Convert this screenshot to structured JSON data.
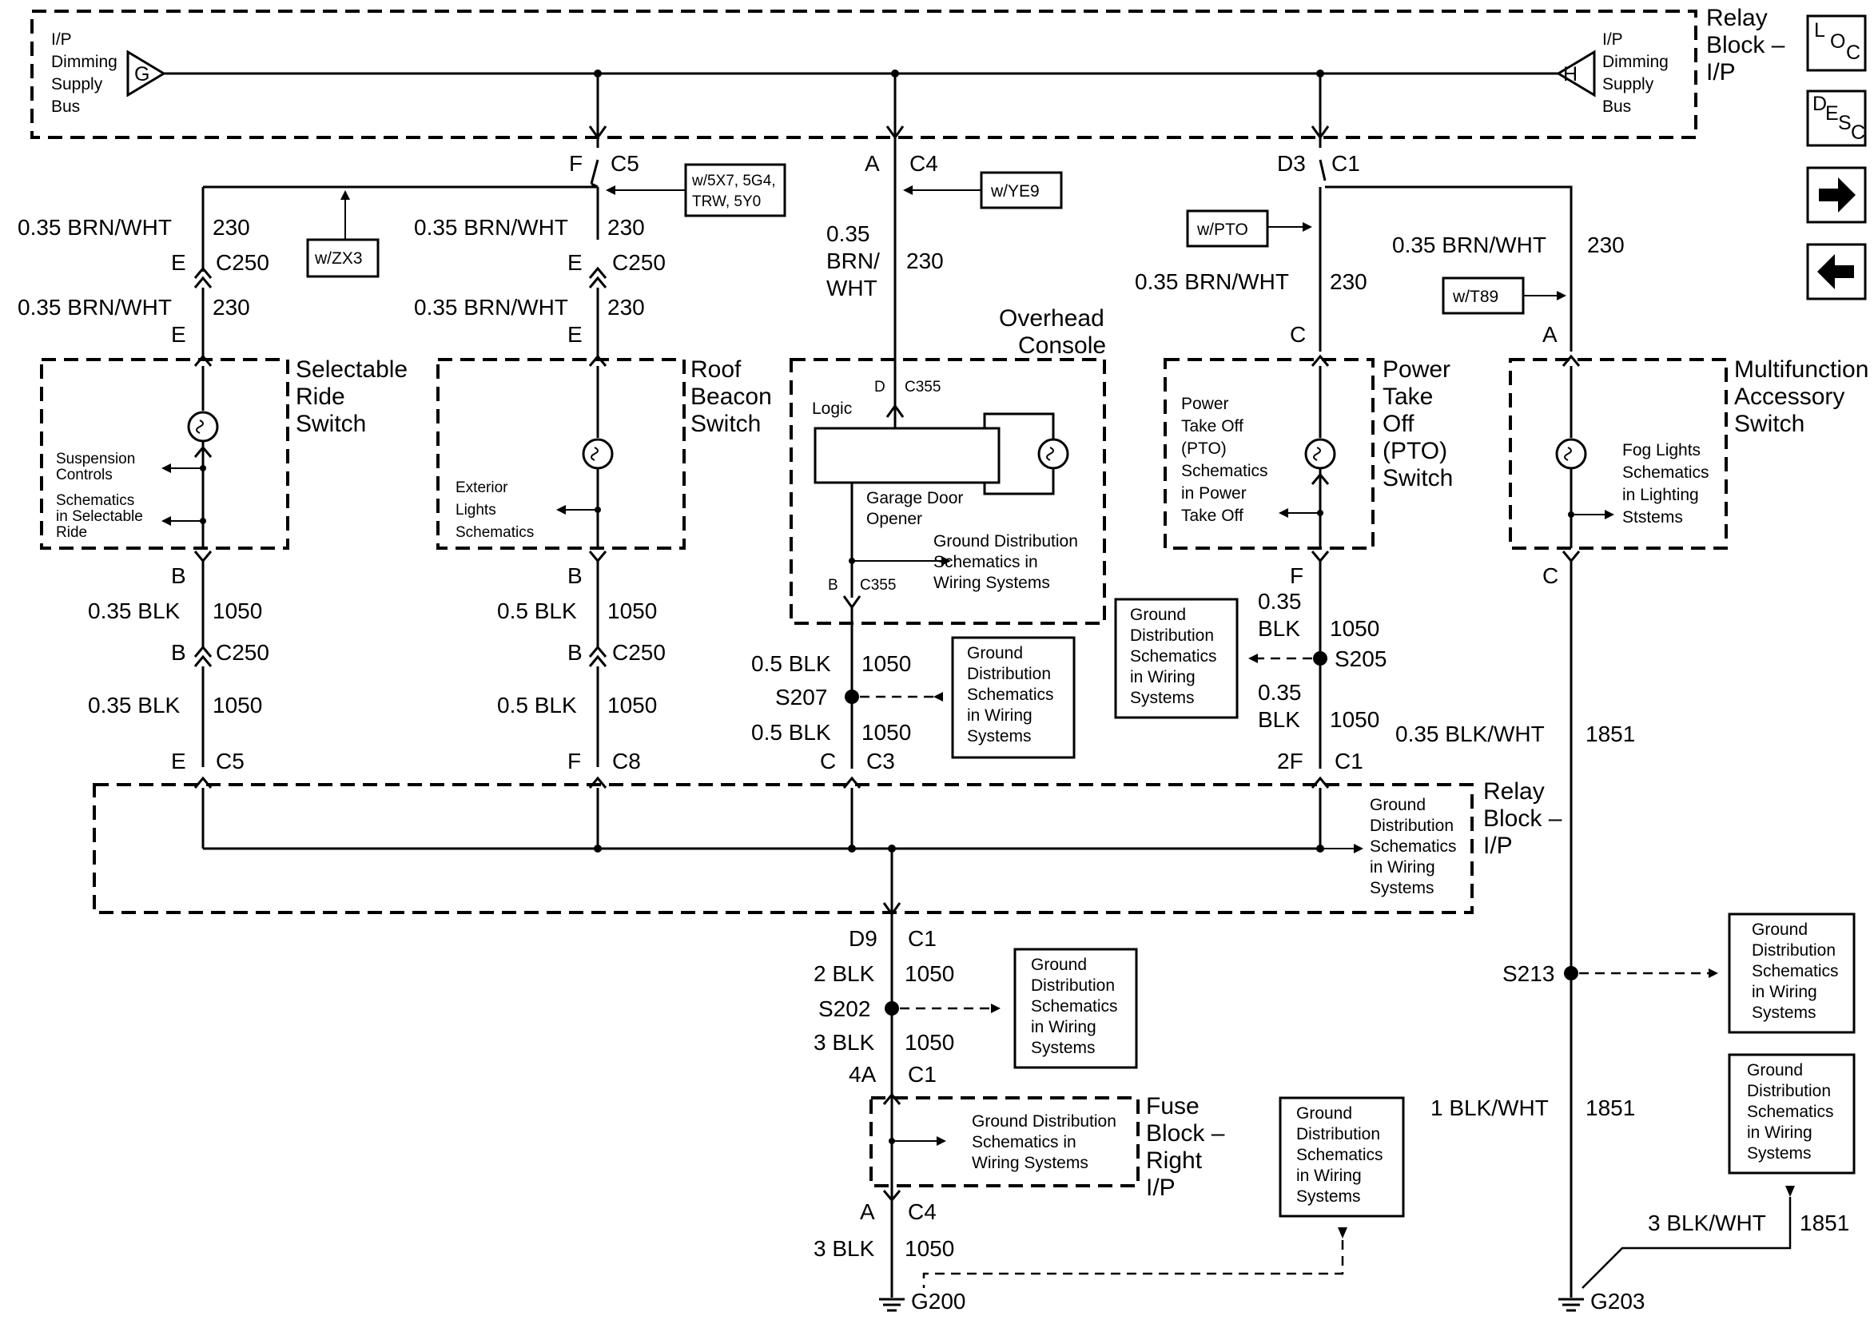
{
  "relay_block_top": {
    "title": [
      "Relay",
      "Block –",
      "I/P"
    ],
    "left_bus": [
      "I/P",
      "Dimming",
      "Supply",
      "Bus"
    ],
    "right_bus": [
      "I/P",
      "Dimming",
      "Supply",
      "Bus"
    ],
    "left_pin": "G",
    "right_pin": "H"
  },
  "nav": {
    "loc": [
      "L",
      "O",
      "C"
    ],
    "desc": [
      "D",
      "E",
      "S",
      "C"
    ],
    "next_glyph": "→",
    "prev_glyph": "←"
  },
  "col1": {
    "top_conn": "F",
    "top_conn_id": "C5",
    "option_a": "w/ZX3",
    "option_b": [
      "w/5X7, 5G4,",
      "TRW, 5Y0"
    ],
    "wire_a": "0.35 BRN/WHT",
    "circ_a": "230",
    "inline_pin": "E",
    "inline_conn": "C250",
    "wire_b": "0.35 BRN/WHT",
    "circ_b": "230",
    "comp_pin_top": "E",
    "component": [
      "Selectable",
      "Ride",
      "Switch"
    ],
    "ref1": [
      "Suspension",
      "Controls"
    ],
    "ref2": [
      "Schematics",
      "in Selectable",
      "Ride"
    ],
    "comp_pin_bot": "B",
    "wire_c": "0.35 BLK",
    "circ_c": "1050",
    "inline2_pin": "B",
    "inline2_conn": "C250",
    "wire_d": "0.35 BLK",
    "circ_d": "1050",
    "bot_pin": "E",
    "bot_conn": "C5"
  },
  "col2": {
    "wire_a": "0.35 BRN/WHT",
    "circ_a": "230",
    "inline_pin": "E",
    "inline_conn": "C250",
    "wire_b": "0.35 BRN/WHT",
    "circ_b": "230",
    "comp_pin_top": "E",
    "component": [
      "Roof",
      "Beacon",
      "Switch"
    ],
    "ref": [
      "Exterior",
      "Lights",
      "Schematics"
    ],
    "comp_pin_bot": "B",
    "wire_c": "0.5 BLK",
    "circ_c": "1050",
    "inline2_pin": "B",
    "inline2_conn": "C250",
    "wire_d": "0.5 BLK",
    "circ_d": "1050",
    "bot_pin": "F",
    "bot_conn": "C8"
  },
  "col3": {
    "top_conn": "A",
    "top_conn_id": "C4",
    "option": "w/YE9",
    "wire_a": [
      "0.35",
      "BRN/",
      "WHT"
    ],
    "circ_a": "230",
    "component": [
      "Overhead",
      "Console"
    ],
    "pin_d": "D",
    "conn_d": "C355",
    "logic": "Logic",
    "opener": [
      "Garage Door",
      "Opener"
    ],
    "ref": [
      "Ground Distribution",
      "Schematics in",
      "Wiring Systems"
    ],
    "pin_b": "B",
    "conn_b": "C355",
    "wire_b": "0.5 BLK",
    "circ_b": "1050",
    "splice": "S207",
    "splice_ref": [
      "Ground",
      "Distribution",
      "Schematics",
      "in Wiring",
      "Systems"
    ],
    "wire_c": "0.5 BLK",
    "circ_c": "1050",
    "bot_pin": "C",
    "bot_conn": "C3"
  },
  "col4": {
    "top_conn": "D3",
    "top_conn_id": "C1",
    "option": "w/PTO",
    "wire_a": "0.35 BRN/WHT",
    "circ_a": "230",
    "comp_pin_top": "C",
    "component": [
      "Power",
      "Take",
      "Off",
      "(PTO)",
      "Switch"
    ],
    "ref": [
      "Power",
      "Take Off",
      "(PTO)",
      "Schematics",
      "in Power",
      "Take Off"
    ],
    "comp_pin_bot": "F",
    "wire_b": [
      "0.35",
      "BLK"
    ],
    "circ_b": "1050",
    "splice": "S205",
    "splice_ref": [
      "Ground",
      "Distribution",
      "Schematics",
      "in Wiring",
      "Systems"
    ],
    "wire_c": [
      "0.35",
      "BLK"
    ],
    "circ_c": "1050",
    "bot_pin": "2F",
    "bot_conn": "C1"
  },
  "col5": {
    "wire_a": "0.35 BRN/WHT",
    "circ_a": "230",
    "option": "w/T89",
    "comp_pin_top": "A",
    "component": [
      "Multifunction",
      "Accessory",
      "Switch"
    ],
    "ref": [
      "Fog Lights",
      "Schematics",
      "in Lighting",
      "Ststems"
    ],
    "comp_pin_bot": "C",
    "wire_b": "0.35 BLK/WHT",
    "circ_b": "1851",
    "splice": "S213",
    "splice_ref": [
      "Ground",
      "Distribution",
      "Schematics",
      "in Wiring",
      "Systems"
    ],
    "wire_c": "1 BLK/WHT",
    "circ_c": "1851",
    "ref2": [
      "Ground",
      "Distribution",
      "Schematics",
      "in Wiring",
      "Systems"
    ],
    "wire_d": "3 BLK/WHT",
    "circ_d": "1851",
    "ground": "G203"
  },
  "relay_block_bottom": {
    "title": [
      "Relay",
      "Block –",
      "I/P"
    ],
    "ref": [
      "Ground",
      "Distribution",
      "Schematics",
      "in Wiring",
      "Systems"
    ]
  },
  "main_ground": {
    "pin": "D9",
    "conn": "C1",
    "wire_a": "2 BLK",
    "circ_a": "1050",
    "splice": "S202",
    "splice_ref": [
      "Ground",
      "Distribution",
      "Schematics",
      "in Wiring",
      "Systems"
    ],
    "wire_b": "3 BLK",
    "circ_b": "1050",
    "pin2": "4A",
    "conn2": "C1",
    "fuse_block": [
      "Fuse",
      "Block –",
      "Right",
      "I/P"
    ],
    "fuse_ref": [
      "Ground Distribution",
      "Schematics in",
      "Wiring Systems"
    ],
    "pin3": "A",
    "conn3": "C4",
    "wire_c": "3 BLK",
    "circ_c": "1050",
    "ground": "G200",
    "ground_ref": [
      "Ground",
      "Distribution",
      "Schematics",
      "in Wiring",
      "Systems"
    ]
  }
}
